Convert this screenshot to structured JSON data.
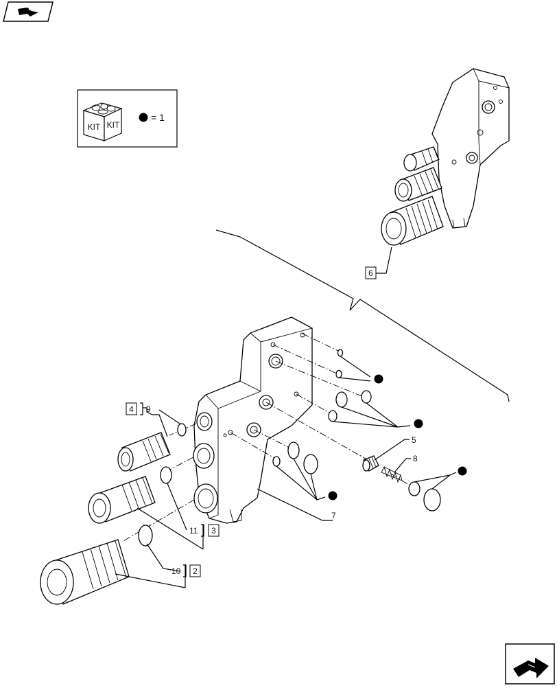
{
  "nav": {
    "prev_icon": "arrow-back-icon",
    "next_icon": "arrow-forward-icon"
  },
  "legend": {
    "kit_label_left": "KIT",
    "kit_label_right": "KIT",
    "equals_text": "= 1",
    "dot_icon": "black-dot-icon"
  },
  "callouts": {
    "c2": "2",
    "c3": "3",
    "c4": "4",
    "c5": "5",
    "c6": "6",
    "c7": "7",
    "c8": "8",
    "c9": "9",
    "c10": "10",
    "c11": "11"
  },
  "colors": {
    "ink": "#000000",
    "paper": "#ffffff"
  }
}
